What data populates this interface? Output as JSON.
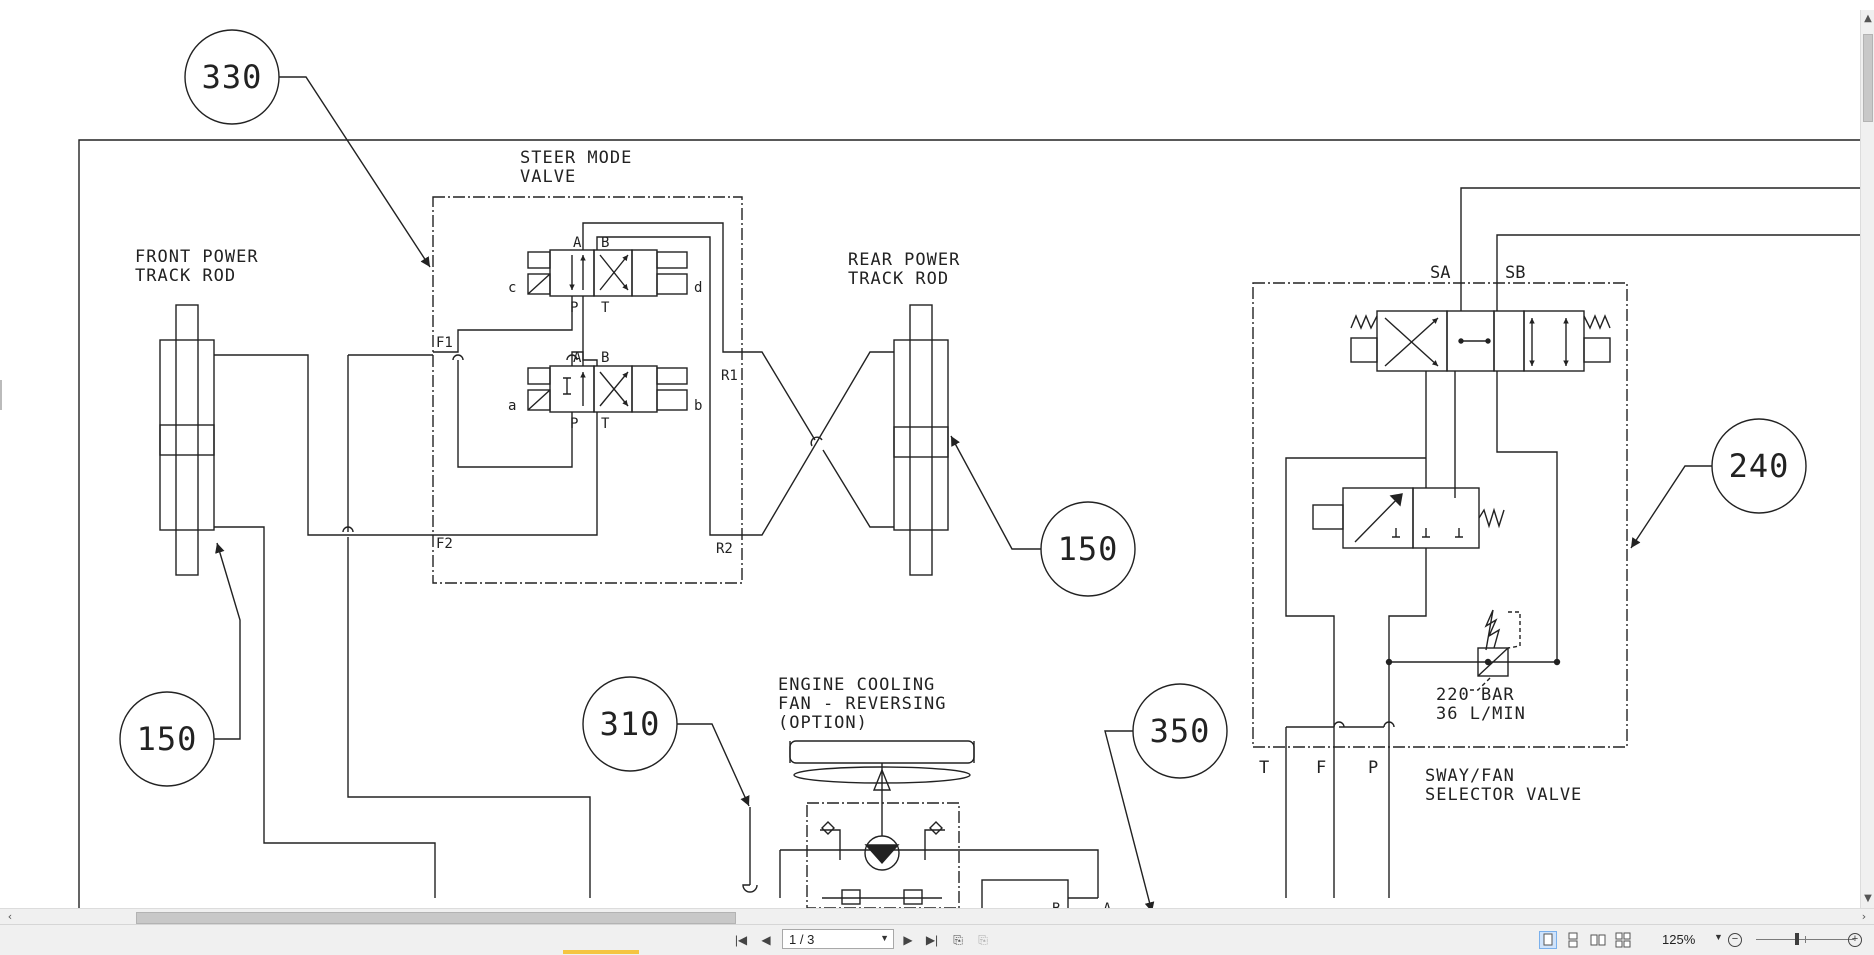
{
  "diagram": {
    "callouts": [
      "330",
      "150",
      "150",
      "310",
      "350",
      "240"
    ],
    "labels": {
      "steer_mode_valve": [
        "STEER MODE",
        "VALVE"
      ],
      "front_power_track_rod": [
        "FRONT POWER",
        "TRACK ROD"
      ],
      "rear_power_track_rod": [
        "REAR POWER",
        "TRACK ROD"
      ],
      "engine_cooling_fan": [
        "ENGINE COOLING",
        "FAN - REVERSING",
        "(OPTION)"
      ],
      "relief_setting": [
        "220 BAR",
        "36 L/MIN"
      ],
      "sway_fan_selector_valve": [
        "SWAY/FAN",
        "SELECTOR VALVE"
      ]
    },
    "ports": {
      "a1": "A",
      "b1": "B",
      "p1": "P",
      "t1": "T",
      "a2": "A",
      "b2": "B",
      "p2": "P",
      "t2": "T",
      "c": "c",
      "d": "d",
      "a": "a",
      "b": "b",
      "f1": "F1",
      "f2": "F2",
      "r1": "R1",
      "r2": "R2",
      "sa": "SA",
      "sb": "SB",
      "t": "T",
      "f": "F",
      "p": "P",
      "motor_b": "B",
      "motor_a": "A"
    }
  },
  "viewer": {
    "page_indicator": "1 / 3",
    "zoom_level": "125%",
    "view_modes": [
      "single-page",
      "continuous",
      "facing",
      "continuous-facing"
    ],
    "active_view_mode": "single-page"
  },
  "colors": {
    "line": "#222222",
    "chrome_bg": "#f0f0f0",
    "active_view_bg": "#cfe3fb"
  }
}
